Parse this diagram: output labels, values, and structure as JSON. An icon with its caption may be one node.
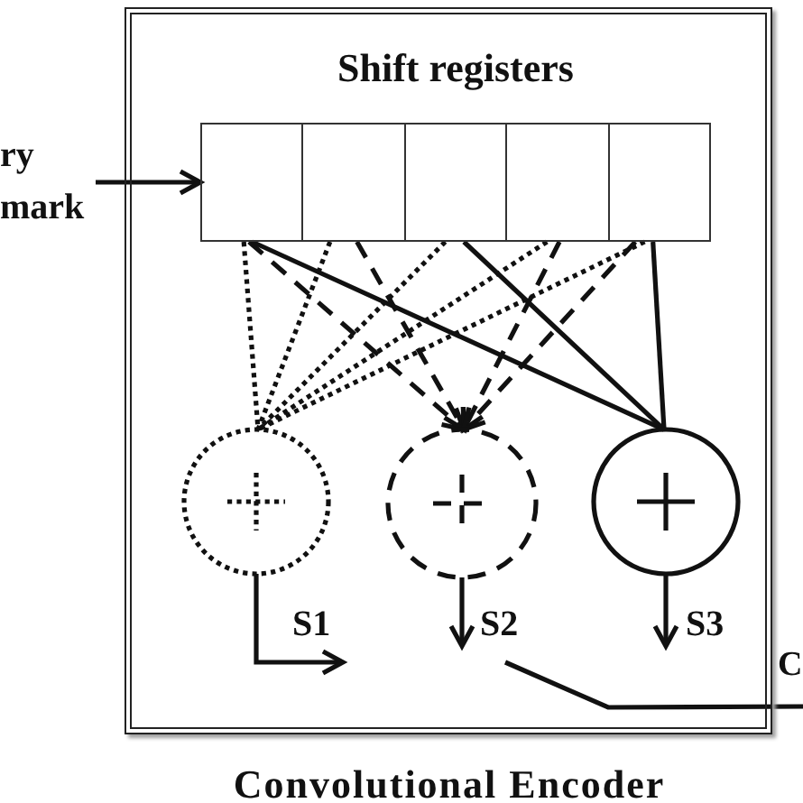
{
  "diagram": {
    "nodes": [
      {
        "text": [],
        "shape": "box",
        "beside": [
          "Convolutional Encoder"
        ]
      },
      {
        "text": [
          "Shift registers"
        ],
        "in": 0
      },
      {
        "text": [],
        "shape": "box",
        "in": 1
      },
      {
        "text": [],
        "shape": "box",
        "in": 1
      },
      {
        "text": [],
        "shape": "box",
        "in": 1
      },
      {
        "text": [],
        "shape": "box",
        "in": 1
      },
      {
        "text": [],
        "shape": "box",
        "in": 1
      },
      {
        "text": [
          "ry mark"
        ]
      },
      {
        "text": [],
        "shape": "circle",
        "in": 0
      },
      {
        "text": [],
        "shape": "circle",
        "in": 0
      },
      {
        "text": [],
        "shape": "circle",
        "in": 0
      },
      {
        "text": [
          "C"
        ]
      }
    ],
    "edges": [
      {
        "from": 7,
        "to": 1,
        "arrow": "to"
      },
      {
        "from": 2,
        "to": 8,
        "arrow": "none",
        "style": "dashed"
      },
      {
        "from": 3,
        "to": 8,
        "arrow": "none",
        "style": "dashed"
      },
      {
        "from": 4,
        "to": 8,
        "arrow": "none",
        "style": "dashed"
      },
      {
        "from": 5,
        "to": 8,
        "arrow": "none",
        "style": "dashed"
      },
      {
        "from": 6,
        "to": 8,
        "arrow": "none",
        "style": "dashed"
      },
      {
        "from": 2,
        "to": 9,
        "arrow": "to",
        "style": "dashed"
      },
      {
        "from": 3,
        "to": 9,
        "arrow": "to",
        "style": "dashed"
      },
      {
        "from": 5,
        "to": 9,
        "arrow": "to",
        "style": "dashed"
      },
      {
        "from": 6,
        "to": 9,
        "arrow": "to",
        "style": "dashed"
      },
      {
        "from": 2,
        "to": 10,
        "arrow": "none"
      },
      {
        "from": 4,
        "to": 10,
        "arrow": "none"
      },
      {
        "from": 6,
        "to": 10,
        "arrow": "none"
      },
      {
        "from": 8,
        "to": null,
        "arrow": "to",
        "label": "S1"
      },
      {
        "from": 9,
        "to": null,
        "arrow": "to",
        "label": "S2"
      },
      {
        "from": 10,
        "to": null,
        "arrow": "to",
        "label": "S3"
      },
      {
        "from": 11,
        "to": null,
        "arrow": "none"
      }
    ]
  }
}
